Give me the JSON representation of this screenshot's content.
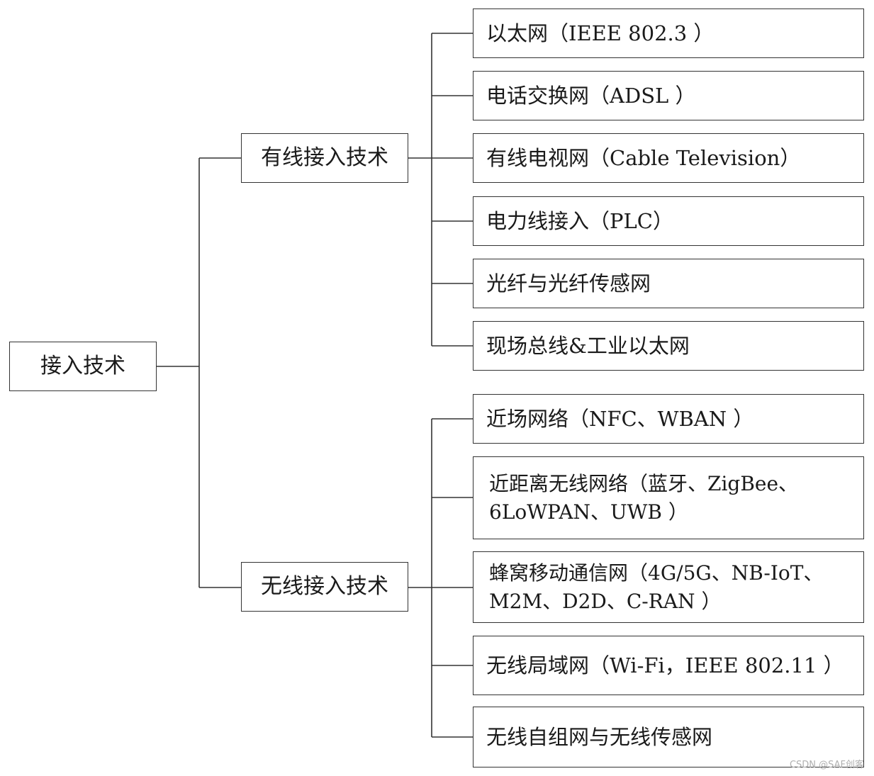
{
  "root": {
    "label": "接入技术"
  },
  "wired": {
    "label": "有线接入技术",
    "items": [
      "以太网（IEEE 802.3 ）",
      "电话交换网（ADSL ）",
      "有线电视网（Cable Television）",
      "电力线接入（PLC）",
      "光纤与光纤传感网",
      "现场总线&工业以太网"
    ]
  },
  "wireless": {
    "label": "无线接入技术",
    "items": [
      {
        "line1": "近场网络（NFC、WBAN ）"
      },
      {
        "line1": "近距离无线网络（蓝牙、ZigBee、",
        "line2": "6LoWPAN、UWB ）"
      },
      {
        "line1": "蜂窝移动通信网（4G/5G、NB-IoT、",
        "line2": "M2M、D2D、C-RAN ）"
      },
      {
        "line1": "无线局域网（Wi-Fi，IEEE 802.11 ）"
      },
      {
        "line1": "无线自组网与无线传感网"
      }
    ]
  },
  "watermark": "CSDN @SAF创客",
  "colors": {
    "line": "#333333",
    "text": "#1a1a1a",
    "background": "#ffffff"
  }
}
